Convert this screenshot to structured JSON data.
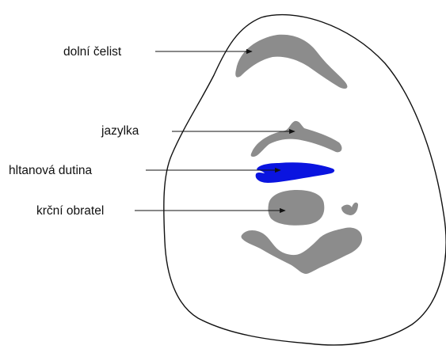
{
  "labels": {
    "mandible": "dolní čelist",
    "hyoid": "jazylka",
    "pharynx": "hltanová dutina",
    "vertebra": "krční obratel"
  },
  "colors": {
    "bone": "#8c8c8c",
    "pharynx": "#0a14e0",
    "outline": "#111111",
    "background": "#ffffff"
  }
}
